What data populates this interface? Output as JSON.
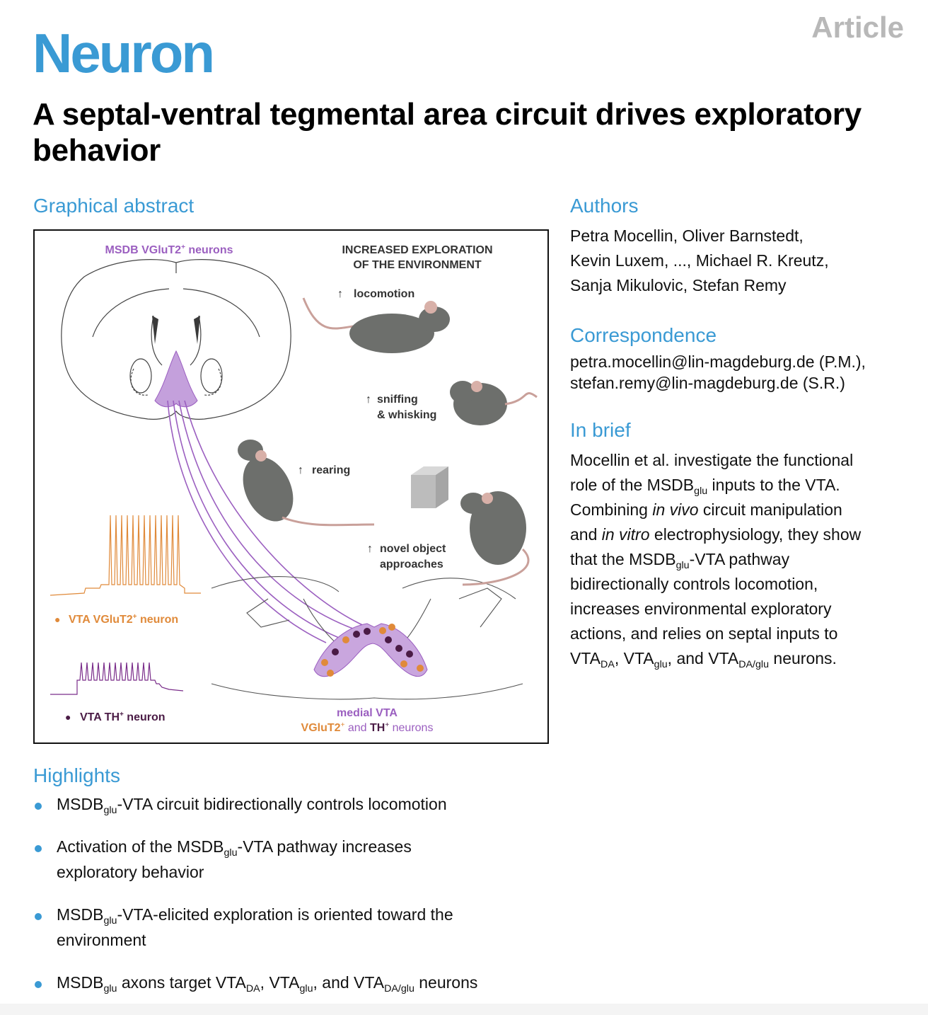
{
  "header": {
    "journal": "Neuron",
    "article_type": "Article"
  },
  "title": "A septal-ventral tegmental area circuit drives exploratory behavior",
  "sections": {
    "graphical_abstract": "Graphical abstract",
    "authors": "Authors",
    "correspondence": "Correspondence",
    "in_brief": "In brief",
    "highlights": "Highlights"
  },
  "authors": {
    "lines": [
      "Petra Mocellin, Oliver Barnstedt,",
      "Kevin Luxem, ..., Michael R. Kreutz,",
      "Sanja Mikulovic, Stefan Remy"
    ]
  },
  "correspondence": {
    "lines": [
      "petra.mocellin@lin-magdeburg.de (P.M.),",
      "stefan.remy@lin-magdeburg.de (S.R.)"
    ]
  },
  "in_brief": {
    "l1": "Mocellin et al. investigate the functional",
    "l2a": "role of the MSDB",
    "l2b": "glu",
    "l2c": " inputs to the VTA.",
    "l3a": "Combining ",
    "l3b": "in vivo",
    "l3c": " circuit manipulation",
    "l4a": "and ",
    "l4b": "in vitro",
    "l4c": " electrophysiology, they show",
    "l5a": "that the MSDB",
    "l5b": "glu",
    "l5c": "-VTA pathway",
    "l6": "bidirectionally controls locomotion,",
    "l7": "increases environmental exploratory",
    "l8": "actions, and relies on septal inputs to",
    "l9a": "VTA",
    "l9b": "DA",
    "l9c": ", VTA",
    "l9d": "glu",
    "l9e": ", and VTA",
    "l9f": "DA/glu",
    "l9g": " neurons."
  },
  "highlights": [
    {
      "a": "MSDB",
      "b": "glu",
      "c": "-VTA circuit bidirectionally controls locomotion"
    },
    {
      "a": "Activation of the MSDB",
      "b": "glu",
      "c": "-VTA pathway increases",
      "d": "exploratory behavior"
    },
    {
      "a": "MSDB",
      "b": "glu",
      "c": "-VTA-elicited exploration is oriented toward the",
      "d": "environment"
    },
    {
      "a": "MSDB",
      "b": "glu",
      "c": " axons target VTA",
      "d": "DA",
      "e": ", VTA",
      "f": "glu",
      "g": ", and VTA",
      "h": "DA/glu",
      "i": " neurons"
    }
  ],
  "abstract": {
    "msdb_a": "MSDB VGluT2",
    "msdb_b": "+",
    "msdb_c": " neurons",
    "explore_1": "INCREASED EXPLORATION",
    "explore_2": "OF THE ENVIRONMENT",
    "arrow": "↑",
    "locomotion": "locomotion",
    "sniffing": "sniffing",
    "whisking": "& whisking",
    "rearing": "rearing",
    "novel_1": "novel object",
    "novel_2": "approaches",
    "vglut_a": "VTA VGluT2",
    "vglut_b": "+",
    "vglut_c": " neuron",
    "th_a": "VTA TH",
    "th_b": "+",
    "th_c": " neuron",
    "medial_vta": "medial VTA",
    "cells_a": "VGluT2",
    "cells_b": "+",
    "cells_c": " and ",
    "cells_d": "TH",
    "cells_e": "+",
    "cells_f": " neurons",
    "bullet": "●"
  },
  "colors": {
    "accent": "#3a9ad4",
    "glu": "#9b5fc0",
    "vglut_orange": "#e08a3a",
    "th_dark": "#4a1b45",
    "mouse": "#6d6f6c"
  }
}
